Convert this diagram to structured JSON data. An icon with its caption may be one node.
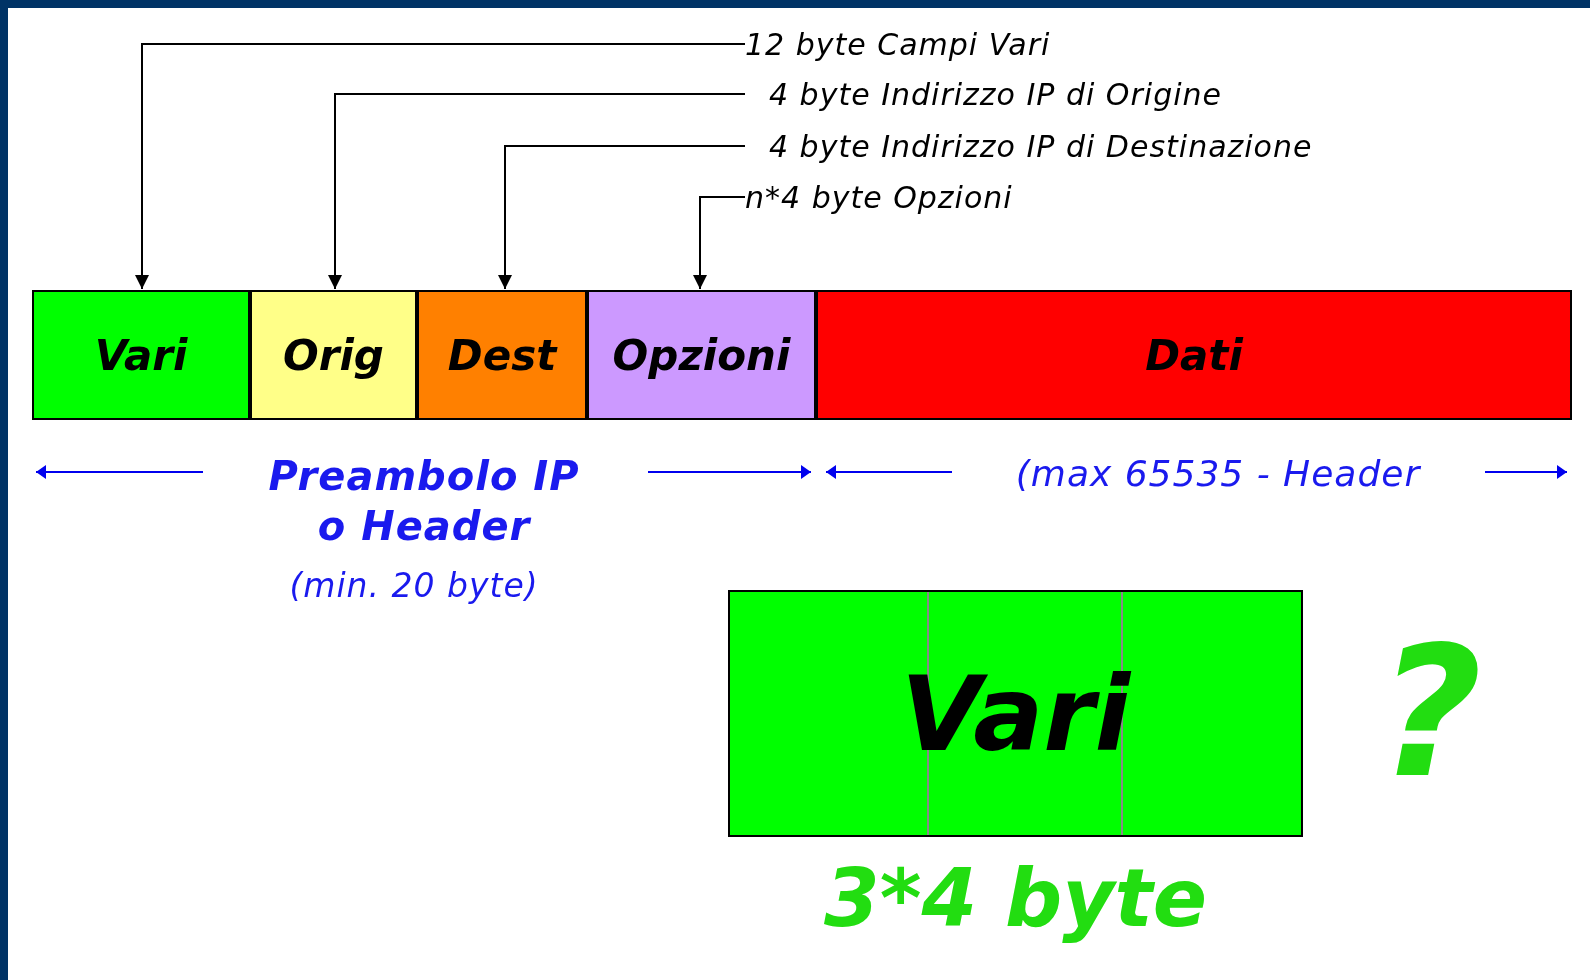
{
  "diagram": {
    "nodes": [
      {
        "text": [
          "12 byte Campi Vari"
        ]
      },
      {
        "text": [
          "4 byte Indirizzo IP di Origine"
        ]
      },
      {
        "text": [
          "4 byte Indirizzo IP di Destinazione"
        ]
      },
      {
        "text": [
          "n*4 byte Opzioni"
        ]
      },
      {
        "text": [
          "Vari"
        ]
      },
      {
        "text": [
          "Orig"
        ]
      },
      {
        "text": [
          "Dest"
        ]
      },
      {
        "text": [
          "Opzioni"
        ]
      },
      {
        "text": [
          "Dati"
        ]
      },
      {
        "text": [
          "Vari"
        ],
        "beside": [
          "3*4 byte"
        ]
      }
    ],
    "edges": [
      {
        "from": 0,
        "to": 4,
        "arrow": "to"
      },
      {
        "from": 1,
        "to": 5,
        "arrow": "to"
      },
      {
        "from": 2,
        "to": 6,
        "arrow": "to"
      },
      {
        "from": 3,
        "to": 7,
        "arrow": "to"
      }
    ],
    "labels": [
      "Preambolo IP o Header",
      "(min. 20 byte)",
      "(max 65535 - Header",
      "?"
    ]
  }
}
